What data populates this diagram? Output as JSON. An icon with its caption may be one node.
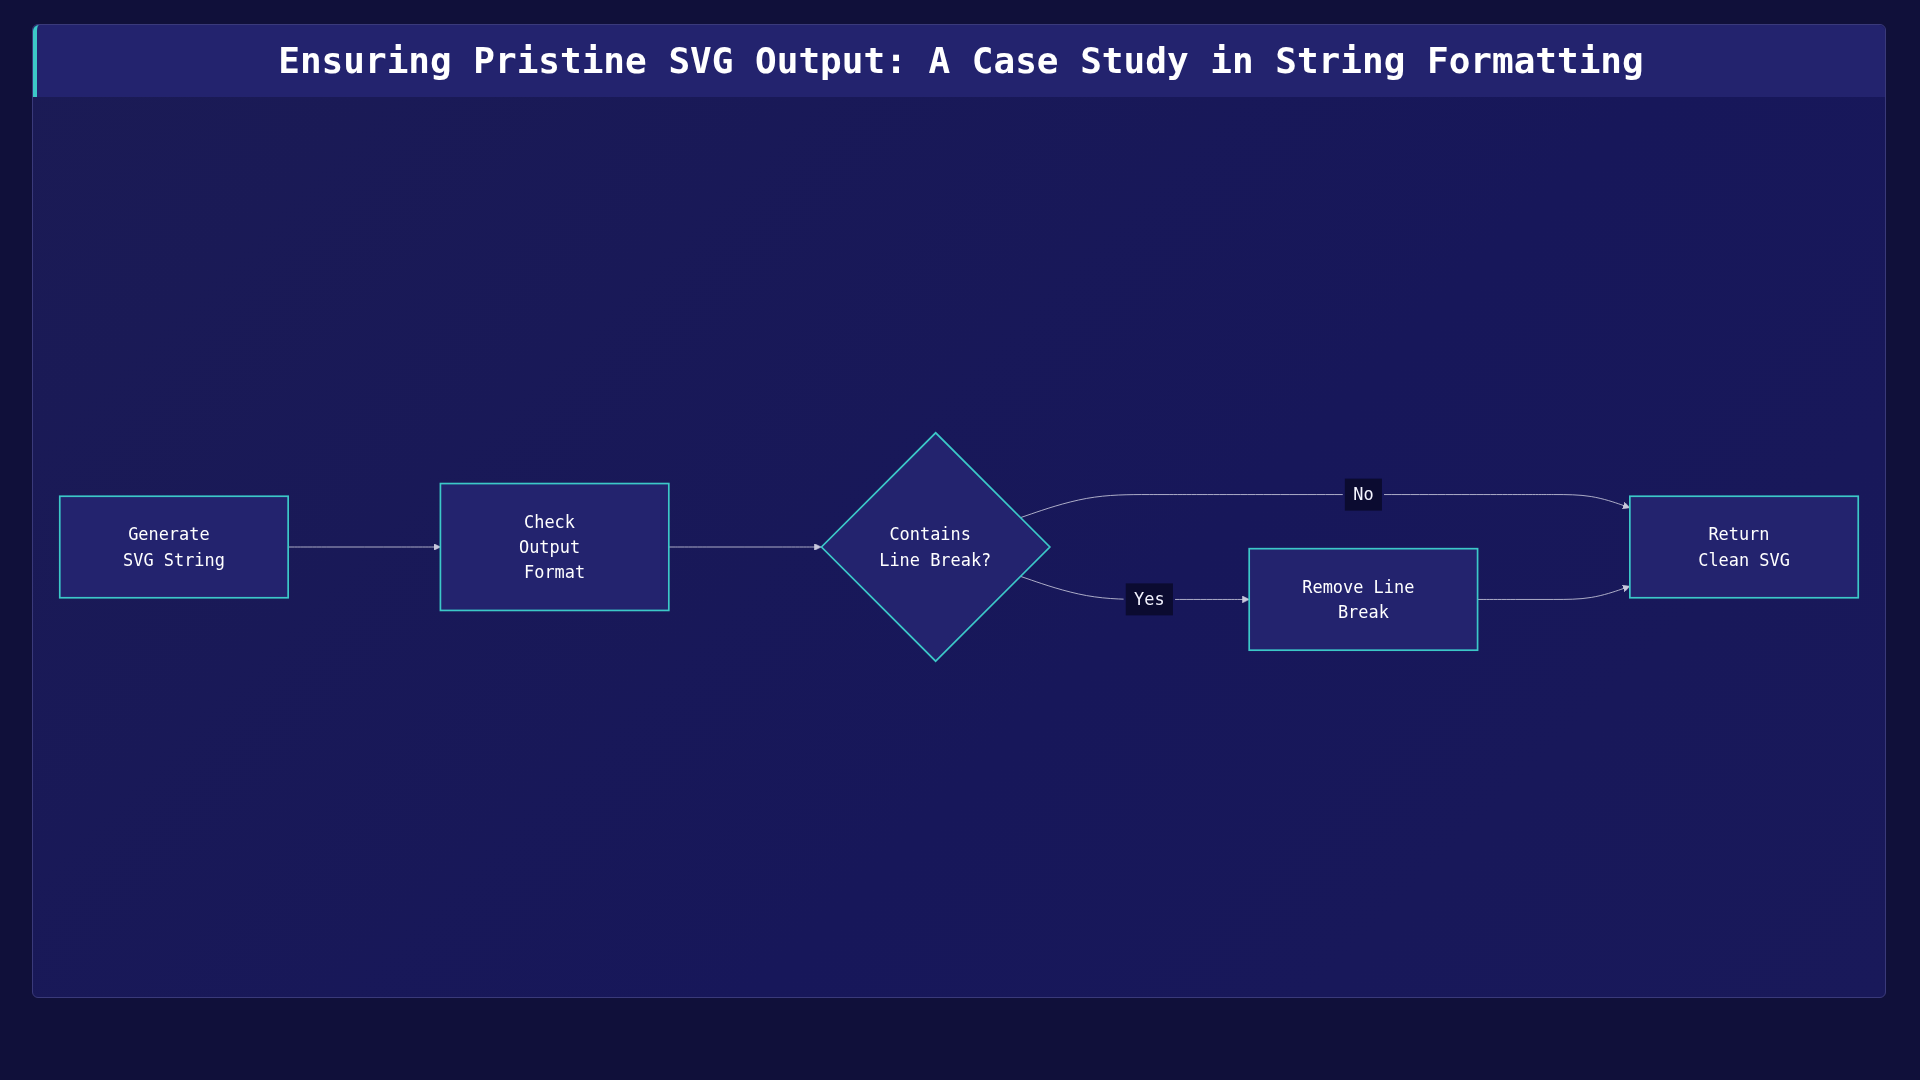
{
  "diagram": {
    "title": "Ensuring Pristine SVG Output: A Case Study in String Formatting",
    "nodes": [
      {
        "text": [
          "Generate SVG String"
        ]
      },
      {
        "text": [
          "Check Output Format"
        ]
      },
      {
        "text": [
          "Contains Line Break?"
        ]
      },
      {
        "text": [
          "Remove Line Break"
        ]
      },
      {
        "text": [
          "Return Clean SVG"
        ]
      }
    ],
    "edges": [
      {
        "from": 0,
        "to": 1,
        "arrow": "to"
      },
      {
        "from": 1,
        "to": 2,
        "arrow": "to"
      },
      {
        "from": 2,
        "to": 3,
        "label": "Yes",
        "arrow": "to"
      },
      {
        "from": 2,
        "to": 4,
        "label": "No",
        "arrow": "to"
      },
      {
        "from": 3,
        "to": 4,
        "arrow": "to"
      }
    ]
  }
}
